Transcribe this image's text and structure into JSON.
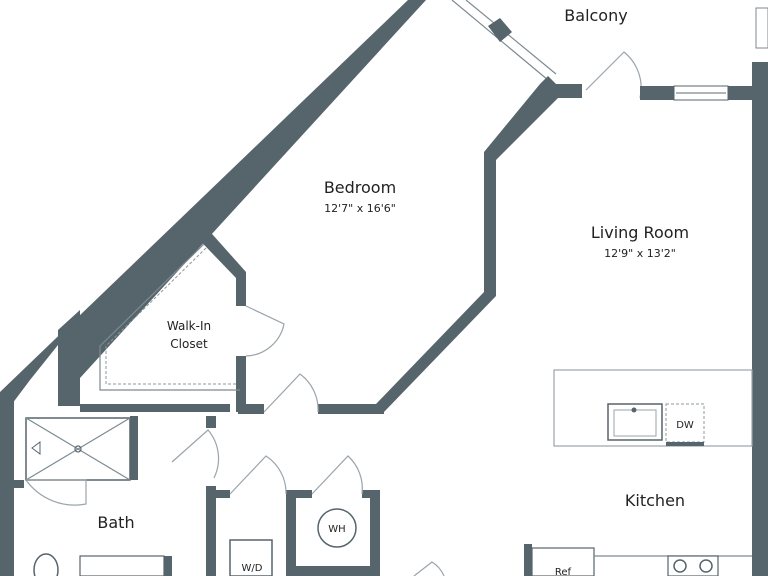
{
  "rooms": {
    "balcony": {
      "name": "Balcony"
    },
    "bedroom": {
      "name": "Bedroom",
      "dims": "12'7\" x 16'6\""
    },
    "living_room": {
      "name": "Living Room",
      "dims": "12'9\" x 13'2\""
    },
    "walk_in_closet": {
      "line1": "Walk-In",
      "line2": "Closet"
    },
    "bath": {
      "name": "Bath"
    },
    "kitchen": {
      "name": "Kitchen"
    }
  },
  "fixtures": {
    "dishwasher": "DW",
    "water_heater": "WH",
    "washer_dryer": "W/D",
    "refrigerator": "Ref"
  },
  "colors": {
    "wall": "#56646c",
    "background": "#ffffff"
  }
}
